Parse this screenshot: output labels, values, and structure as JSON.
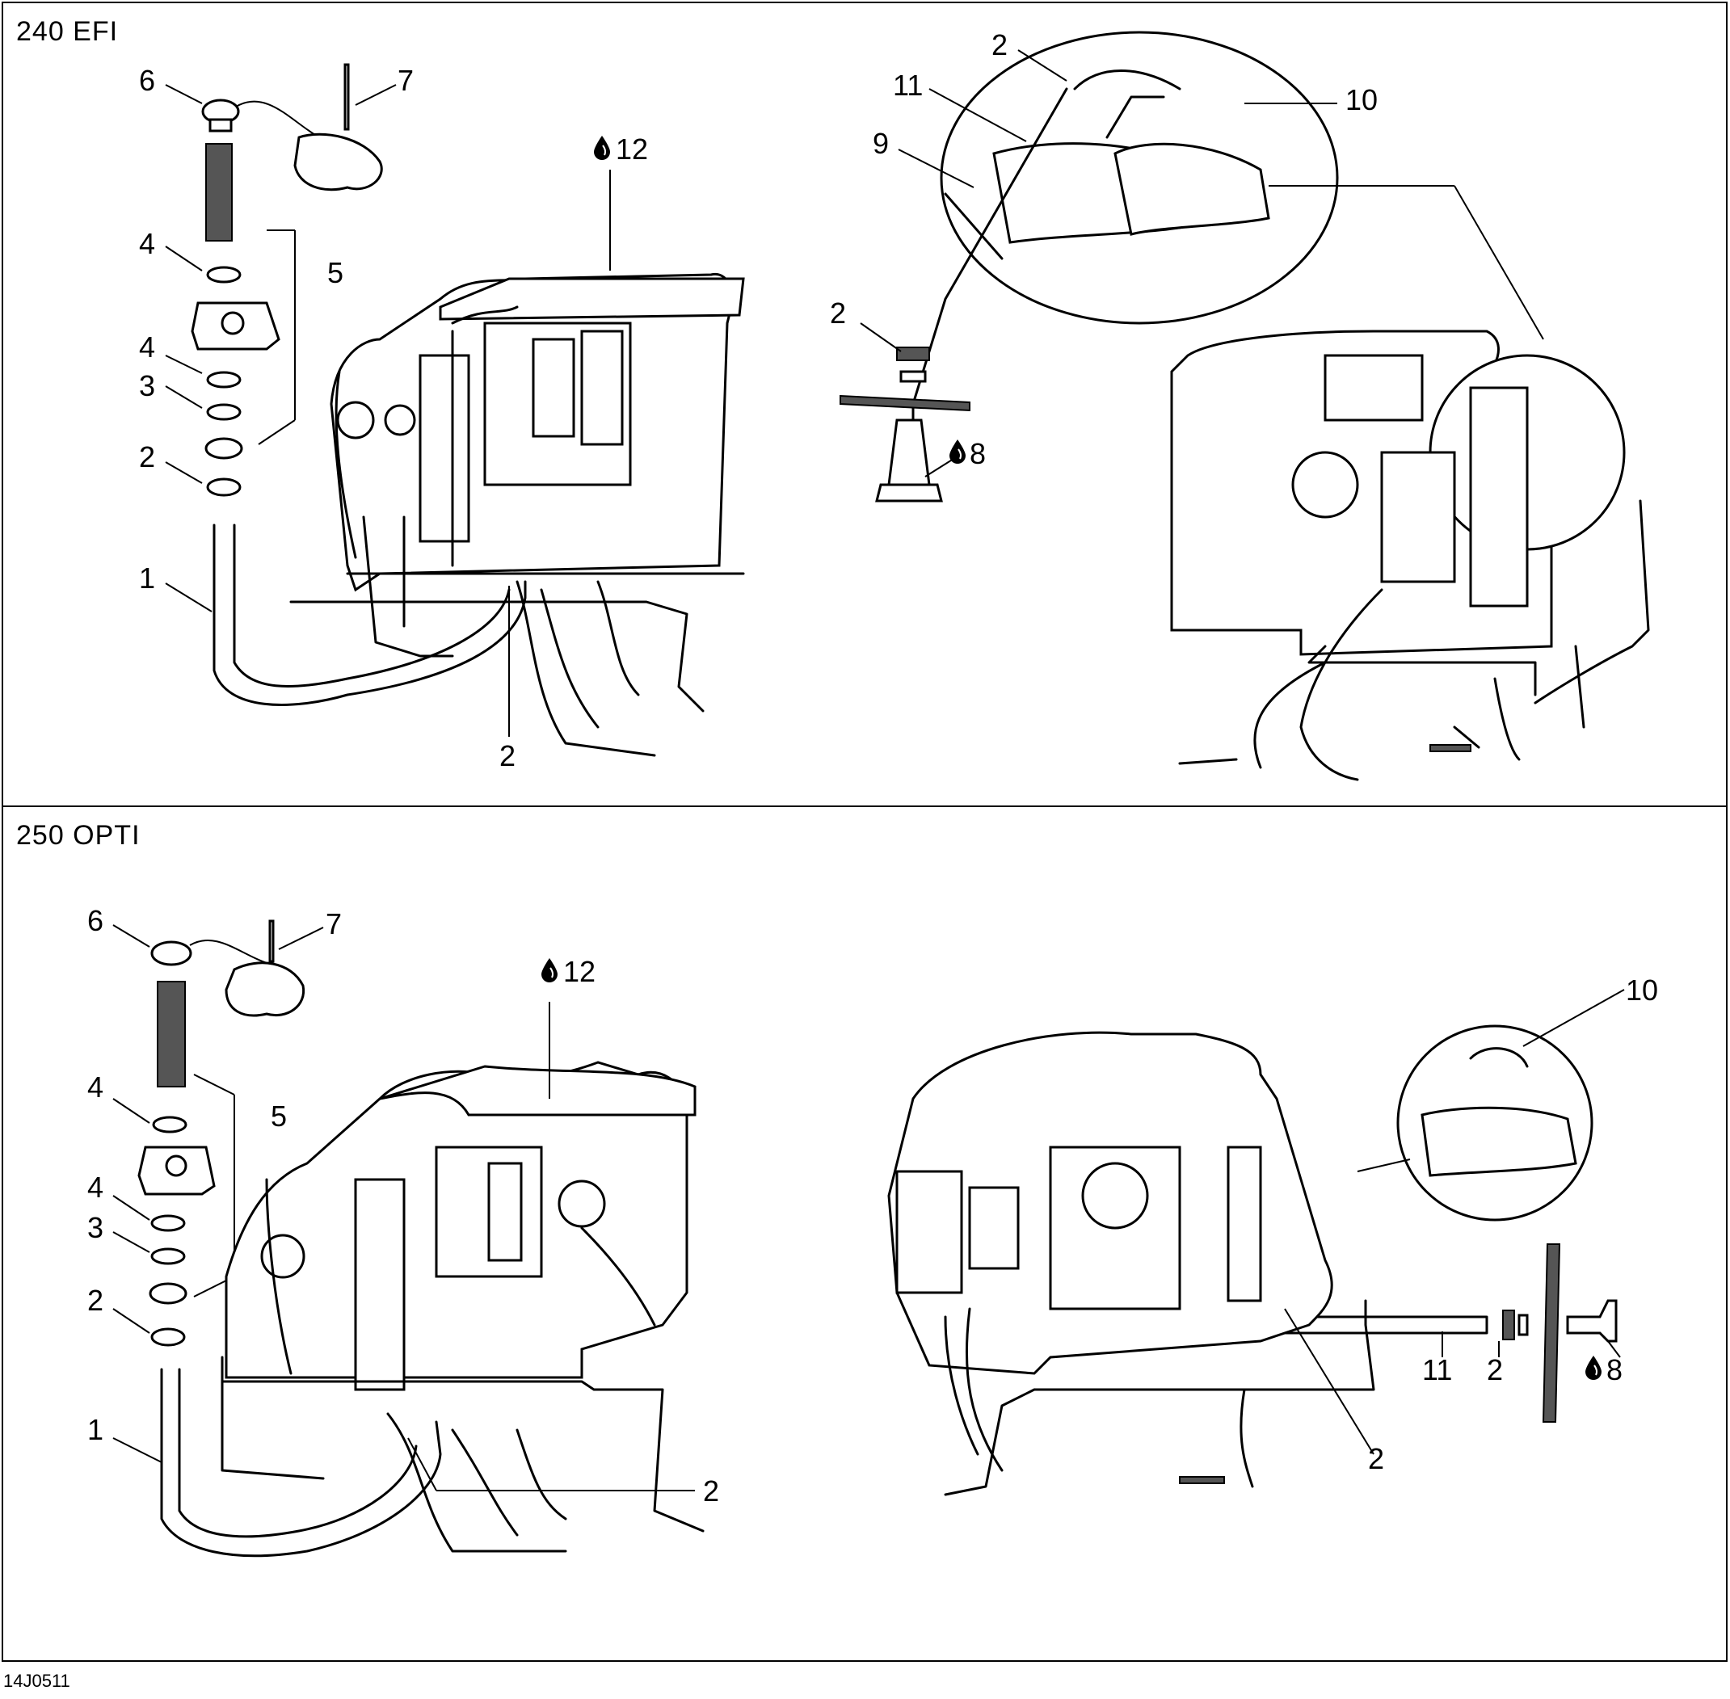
{
  "panels": {
    "top": {
      "title": "240 EFI"
    },
    "bottom": {
      "title": "250 OPTI"
    }
  },
  "callouts": {
    "top_left": [
      "6",
      "7",
      "4",
      "5",
      "4",
      "3",
      "2",
      "1",
      "2",
      "12"
    ],
    "top_right": [
      "2",
      "11",
      "10",
      "9",
      "2",
      "8"
    ],
    "bottom_left": [
      "6",
      "7",
      "4",
      "5",
      "4",
      "3",
      "2",
      "1",
      "2",
      "12"
    ],
    "bottom_right": [
      "10",
      "11",
      "2",
      "8",
      "2"
    ]
  },
  "figure_code": "14J0511",
  "icons": {
    "oil_drop": "oil-drop-icon"
  },
  "colors": {
    "line": "#000000",
    "background": "#ffffff"
  }
}
